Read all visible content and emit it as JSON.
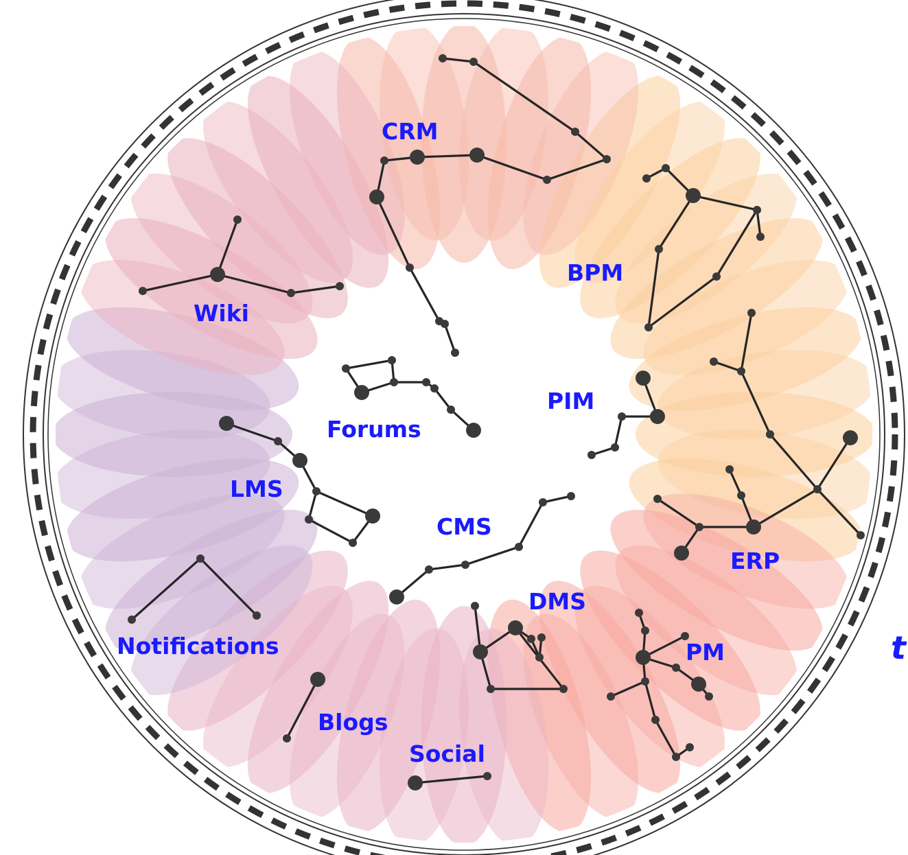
{
  "diagram": {
    "title": "",
    "colors": {
      "label": "#1a1aff",
      "petal_warm": "#f7b9a6",
      "petal_orange": "#fbcf9e",
      "petal_purple": "#cdb1d4",
      "line": "#262626",
      "border": "#333333"
    },
    "modules": [
      {
        "id": "crm",
        "label": "CRM"
      },
      {
        "id": "bpm",
        "label": "BPM"
      },
      {
        "id": "wiki",
        "label": "Wiki"
      },
      {
        "id": "forums",
        "label": "Forums"
      },
      {
        "id": "pim",
        "label": "PIM"
      },
      {
        "id": "lms",
        "label": "LMS"
      },
      {
        "id": "cms",
        "label": "CMS"
      },
      {
        "id": "erp",
        "label": "ERP"
      },
      {
        "id": "dms",
        "label": "DMS"
      },
      {
        "id": "notifications",
        "label": "Notifications"
      },
      {
        "id": "pm",
        "label": "PM"
      },
      {
        "id": "blogs",
        "label": "Blogs"
      },
      {
        "id": "social",
        "label": "Social"
      }
    ]
  }
}
